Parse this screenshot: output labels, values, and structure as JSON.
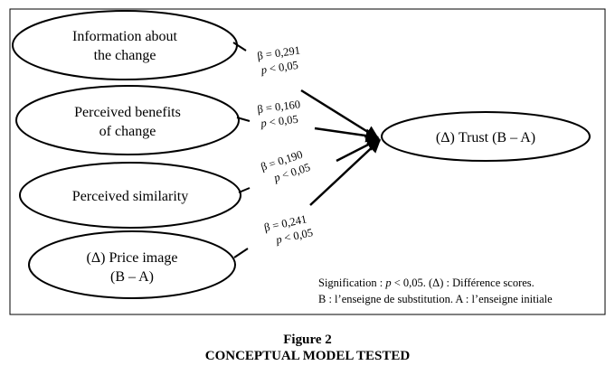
{
  "nodes": {
    "information": {
      "line1": "Information about",
      "line2": "the change"
    },
    "benefits": {
      "line1": "Perceived benefits",
      "line2": "of change"
    },
    "similarity": {
      "line1": "Perceived similarity"
    },
    "price": {
      "line1": "(Δ) Price image",
      "line2": "(B – A)"
    },
    "trust": {
      "line1": "(Δ) Trust (B – A)"
    }
  },
  "paths": [
    {
      "beta": "β = 0,291",
      "p": "< 0,05",
      "p_prefix": "p"
    },
    {
      "beta": "β = 0,160",
      "p": "< 0,05",
      "p_prefix": "p"
    },
    {
      "beta": "β = 0,190",
      "p": "< 0,05",
      "p_prefix": "p"
    },
    {
      "beta": "β = 0,241",
      "p": "< 0,05",
      "p_prefix": "p"
    }
  ],
  "note": {
    "line1_a": "Signification : ",
    "line1_p": "p",
    "line1_b": " < 0,05. (Δ) : Différence scores.",
    "line2": "B : l’enseigne de substitution. A : l’enseigne initiale"
  },
  "caption": {
    "number": "Figure 2",
    "title": "CONCEPTUAL MODEL TESTED"
  }
}
